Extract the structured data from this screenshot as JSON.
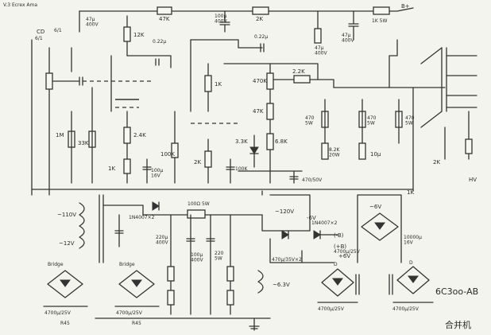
{
  "labels": {
    "top_left_note": "V.3 Ecrex Ama",
    "cd": "CD",
    "in_left": "6/1",
    "in_right": "6/1",
    "cap_top_left": "47μ\n400V",
    "r_47k_top": "47K",
    "cap_top_mid": "100μ\n400V",
    "r_2k": "2K",
    "b_plus": "B+",
    "r_1k_5w": "1K 5W",
    "cap_right_a": "47μ\n400V",
    "cap_right_b": "47μ\n400V",
    "r_12k": "12K",
    "c_022_a": "0.22μ",
    "c_022_b": "0.22μ",
    "r_1m": "1M",
    "r_33k": "33K",
    "r_100k": "100K",
    "r_2_4k": "2.4K",
    "r_1k_a": "1K",
    "r_1k_b": "1K",
    "cap_100u": "100μ\n16V",
    "r_2k_b": "2K",
    "r_100k_b": "100K",
    "r_470k": "470K",
    "r_47k_b": "47K",
    "r_6_8k": "6.8K",
    "r_3_3k": "3.3K",
    "r_2_2k": "2.2K",
    "r_470_a": "470\n5W",
    "r_470_b": "470\n5W",
    "r_470_c": "470\n5W",
    "r_8_2k": "8.2K\n20W",
    "cap_10u": "10μ",
    "cap_470": "470/50V",
    "r_1k_c": "1K",
    "r_2k_c": "2K",
    "hv": "HV",
    "v110": "~110V",
    "v12": "~12V",
    "v6_3": "~6.3V",
    "v120": "~120V",
    "v6b": "~6V",
    "diode_a": "1N4007×2",
    "diode_b": "1N4007×2",
    "r_100_5w": "100Ω 5W",
    "cap_220": "220μ\n400V",
    "cap_100_400": "100μ\n400V",
    "r_220": "220\n5W",
    "cap_470_35": "470μ/35V×2",
    "cap_4700": "4700μ/25V",
    "minus_6": "-6V",
    "plus_6": "+6V",
    "out_minus": "(-B)",
    "out_plus": "(+B)",
    "cap_10000": "10000μ\n16V",
    "br_a": "Bridge",
    "br_b": "Bridge",
    "br_c": "D",
    "br_d": "D",
    "cap_bottom_a": "4700μ/25V",
    "cap_bottom_b": "4700μ/25V",
    "cap_bottom_c": "4700μ/25V",
    "cap_bottom_d": "4700μ/25V",
    "r_bottom_a": "R45",
    "r_bottom_b": "R45",
    "model": "6C3oo-AB",
    "signature": "合并机"
  }
}
